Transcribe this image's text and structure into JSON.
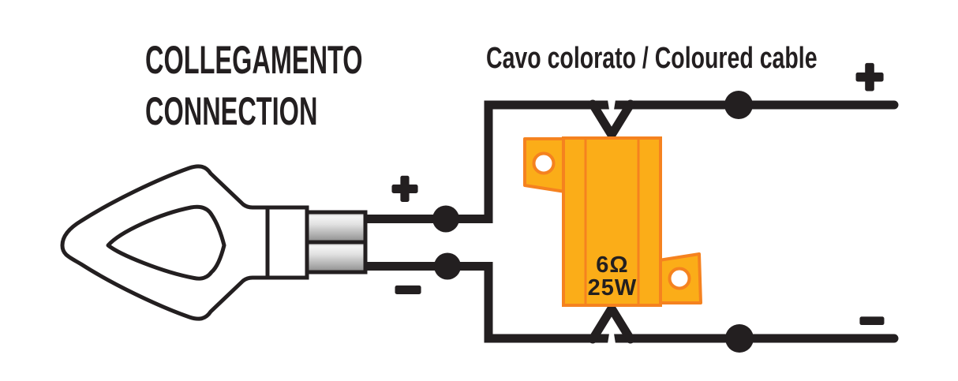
{
  "title": {
    "line1": "COLLEGAMENTO",
    "line2": "CONNECTION"
  },
  "cable_label": "Cavo colorato / Coloured cable",
  "resistor": {
    "resistance": "6Ω",
    "power": "25W"
  },
  "polarity": {
    "lamp_positive": "+",
    "lamp_negative": "−",
    "cable_positive": "+",
    "cable_negative": "−"
  },
  "colors": {
    "wire_black": "#231F20",
    "resistor_fill": "#FBAD18",
    "resistor_outline": "#F5821F",
    "background": "#FFFFFF",
    "terminal_metal_light": "#F2F2F2",
    "terminal_metal_dark": "#8C8C8C"
  }
}
